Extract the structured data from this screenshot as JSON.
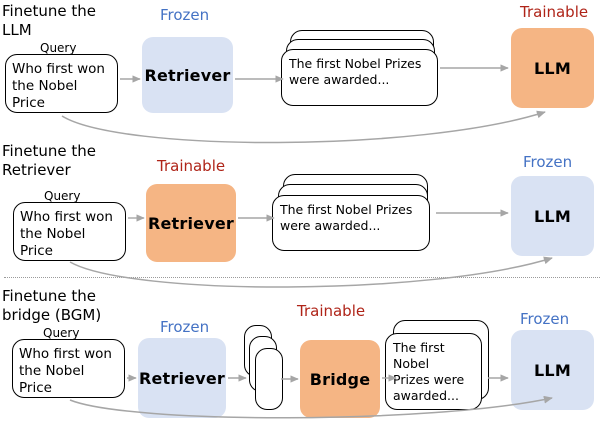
{
  "figure": {
    "divider": "dotted-horizontal-rule",
    "colors": {
      "frozen_label": "#4472C4",
      "trainable_label": "#AF2418",
      "frozen_block": "#D9E2F3",
      "trainable_block": "#F5B584",
      "arrow": "#A6A6A6",
      "box_border": "#000000"
    }
  },
  "rows": [
    {
      "id": "finetune-llm",
      "caption": "Finetune the\nLLM",
      "query": {
        "label": "Query",
        "text": "Who first won\nthe Nobel Price"
      },
      "retriever": {
        "label": "Retriever",
        "state": "Frozen",
        "state_kind": "frozen"
      },
      "documents": {
        "text": "The first Nobel Prizes\nwere awarded...",
        "count": 3
      },
      "llm": {
        "label": "LLM",
        "state": "Trainable",
        "state_kind": "trainable"
      },
      "feedback_arrow": "query-to-llm"
    },
    {
      "id": "finetune-retriever",
      "caption": "Finetune the\nRetriever",
      "query": {
        "label": "Query",
        "text": "Who first won\nthe Nobel Price"
      },
      "retriever": {
        "label": "Retriever",
        "state": "Trainable",
        "state_kind": "trainable"
      },
      "documents": {
        "text": "The first Nobel Prizes\nwere awarded...",
        "count": 3
      },
      "llm": {
        "label": "LLM",
        "state": "Frozen",
        "state_kind": "frozen"
      },
      "feedback_arrow": "query-to-llm"
    },
    {
      "id": "finetune-bridge",
      "caption": "Finetune the\nbridge (BGM)",
      "query": {
        "label": "Query",
        "text": "Who first won\nthe Nobel Price"
      },
      "retriever": {
        "label": "Retriever",
        "state": "Frozen",
        "state_kind": "frozen"
      },
      "passages": {
        "count": 3
      },
      "bridge": {
        "label": "Bridge",
        "state": "Trainable",
        "state_kind": "trainable"
      },
      "documents": {
        "text": "The first Nobel\nPrizes were\nawarded...",
        "count": 2
      },
      "llm": {
        "label": "LLM",
        "state": "Frozen",
        "state_kind": "frozen"
      },
      "feedback_arrow": "query-to-llm"
    }
  ]
}
